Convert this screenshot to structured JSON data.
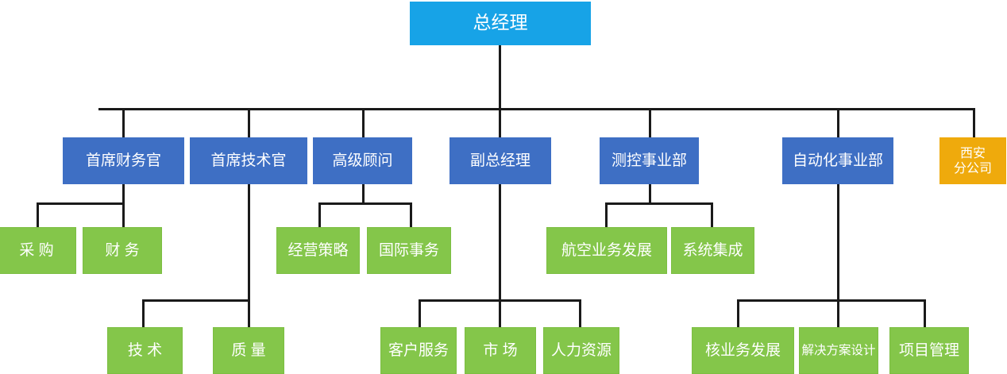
{
  "chart_data": {
    "type": "diagram",
    "diagram_kind": "organizational-chart",
    "title": "",
    "orientation": "top-down",
    "colors": {
      "root": "#17A3E7",
      "level2": "#3E6FC4",
      "level2_accent": "#EFAA0C",
      "leaf": "#84C64A",
      "connector": "#1a1a1a",
      "text": "#ffffff",
      "background": "#ffffff"
    },
    "levels": [
      "root",
      "level-2",
      "level-3",
      "level-4"
    ],
    "nodes": [
      {
        "id": "gm",
        "label": "总经理",
        "level": 1,
        "color": "#17A3E7",
        "parent": null
      },
      {
        "id": "cfo",
        "label": "首席财务官",
        "level": 2,
        "color": "#3E6FC4",
        "parent": "gm"
      },
      {
        "id": "cto",
        "label": "首席技术官",
        "level": 2,
        "color": "#3E6FC4",
        "parent": "gm"
      },
      {
        "id": "advisor",
        "label": "高级顾问",
        "level": 2,
        "color": "#3E6FC4",
        "parent": "gm"
      },
      {
        "id": "dgm",
        "label": "副总经理",
        "level": 2,
        "color": "#3E6FC4",
        "parent": "gm"
      },
      {
        "id": "mc-div",
        "label": "测控事业部",
        "level": 2,
        "color": "#3E6FC4",
        "parent": "gm"
      },
      {
        "id": "auto-div",
        "label": "自动化事业部",
        "level": 2,
        "color": "#3E6FC4",
        "parent": "gm"
      },
      {
        "id": "xian",
        "label": "西安\n分公司",
        "level": 2,
        "color": "#EFAA0C",
        "parent": "gm"
      },
      {
        "id": "procurement",
        "label": "采购",
        "level": 3,
        "color": "#84C64A",
        "parent": "cfo"
      },
      {
        "id": "finance",
        "label": "财务",
        "level": 3,
        "color": "#84C64A",
        "parent": "cfo"
      },
      {
        "id": "strategy",
        "label": "经营策略",
        "level": 3,
        "color": "#84C64A",
        "parent": "advisor"
      },
      {
        "id": "intl",
        "label": "国际事务",
        "level": 3,
        "color": "#84C64A",
        "parent": "advisor"
      },
      {
        "id": "aviation",
        "label": "航空业务发展",
        "level": 3,
        "color": "#84C64A",
        "parent": "mc-div"
      },
      {
        "id": "sysint",
        "label": "系统集成",
        "level": 3,
        "color": "#84C64A",
        "parent": "mc-div"
      },
      {
        "id": "tech",
        "label": "技术",
        "level": 4,
        "color": "#84C64A",
        "parent": "cto"
      },
      {
        "id": "quality",
        "label": "质量",
        "level": 4,
        "color": "#84C64A",
        "parent": "cto"
      },
      {
        "id": "service",
        "label": "客户服务",
        "level": 4,
        "color": "#84C64A",
        "parent": "dgm"
      },
      {
        "id": "market",
        "label": "市场",
        "level": 4,
        "color": "#84C64A",
        "parent": "dgm"
      },
      {
        "id": "hr",
        "label": "人力资源",
        "level": 4,
        "color": "#84C64A",
        "parent": "dgm"
      },
      {
        "id": "nuclear",
        "label": "核业务发展",
        "level": 4,
        "color": "#84C64A",
        "parent": "auto-div"
      },
      {
        "id": "solution",
        "label": "解决方案设计",
        "level": 4,
        "color": "#84C64A",
        "parent": "auto-div"
      },
      {
        "id": "project",
        "label": "项目管理",
        "level": 4,
        "color": "#84C64A",
        "parent": "auto-div"
      }
    ],
    "edges": [
      {
        "from": "gm",
        "to": "cfo"
      },
      {
        "from": "gm",
        "to": "cto"
      },
      {
        "from": "gm",
        "to": "advisor"
      },
      {
        "from": "gm",
        "to": "dgm"
      },
      {
        "from": "gm",
        "to": "mc-div"
      },
      {
        "from": "gm",
        "to": "auto-div"
      },
      {
        "from": "gm",
        "to": "xian"
      },
      {
        "from": "cfo",
        "to": "procurement"
      },
      {
        "from": "cfo",
        "to": "finance"
      },
      {
        "from": "advisor",
        "to": "strategy"
      },
      {
        "from": "advisor",
        "to": "intl"
      },
      {
        "from": "mc-div",
        "to": "aviation"
      },
      {
        "from": "mc-div",
        "to": "sysint"
      },
      {
        "from": "cto",
        "to": "tech"
      },
      {
        "from": "cto",
        "to": "quality"
      },
      {
        "from": "dgm",
        "to": "service"
      },
      {
        "from": "dgm",
        "to": "market"
      },
      {
        "from": "dgm",
        "to": "hr"
      },
      {
        "from": "auto-div",
        "to": "nuclear"
      },
      {
        "from": "auto-div",
        "to": "solution"
      },
      {
        "from": "auto-div",
        "to": "project"
      }
    ]
  },
  "nodes": {
    "gm": "总经理",
    "cfo": "首席财务官",
    "cto": "首席技术官",
    "advisor": "高级顾问",
    "dgm": "副总经理",
    "mc_div": "测控事业部",
    "auto_div": "自动化事业部",
    "xian_line1": "西安",
    "xian_line2": "分公司",
    "procurement": "采购",
    "finance": "财务",
    "strategy": "经营策略",
    "intl": "国际事务",
    "aviation": "航空业务发展",
    "sysint": "系统集成",
    "tech": "技术",
    "quality": "质量",
    "service": "客户服务",
    "market": "市场",
    "hr": "人力资源",
    "nuclear": "核业务发展",
    "solution": "解决方案设计",
    "project": "项目管理"
  }
}
